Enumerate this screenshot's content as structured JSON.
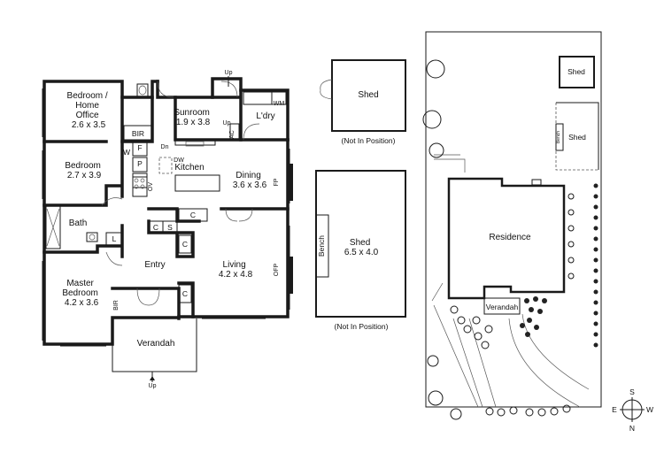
{
  "floorplan": {
    "rooms": {
      "bedroom_office": [
        "Bedroom /",
        "Home",
        "Office",
        "2.6 x 3.5"
      ],
      "sunroom": [
        "Sunroom",
        "1.9 x 3.8"
      ],
      "laundry": "L'dry",
      "bedroom2": [
        "Bedroom",
        "2.7 x 3.9"
      ],
      "kitchen": "Kitchen",
      "dining": [
        "Dining",
        "3.6 x 3.6"
      ],
      "bath": "Bath",
      "entry": "Entry",
      "living": [
        "Living",
        "4.2 x 4.8"
      ],
      "master": [
        "Master",
        "Bedroom",
        "4.2 x 3.6"
      ],
      "verandah": "Verandah"
    },
    "fixtures": {
      "bir": "BIR",
      "wm": "WM",
      "ac": "AC",
      "up": "Up",
      "dn": "Dn",
      "w": "W",
      "f": "F",
      "p": "P",
      "dw": "DW",
      "ov": "OV",
      "fp": "FP",
      "ofp": "OFP",
      "c": "C",
      "s": "S",
      "l": "L"
    }
  },
  "sheds": {
    "shed1": "Shed",
    "shed1_note": "(Not In Position)",
    "shed2": [
      "Shed",
      "6.5 x 4.0"
    ],
    "bench": "Bench",
    "shed2_note": "(Not In Position)"
  },
  "siteplan": {
    "residence": "Residence",
    "verandah": "Verandah",
    "shed_top": "Shed",
    "shed_right": "Shed",
    "bench": "Bench",
    "compass": {
      "n": "N",
      "s": "S",
      "e": "E",
      "w": "W"
    }
  }
}
